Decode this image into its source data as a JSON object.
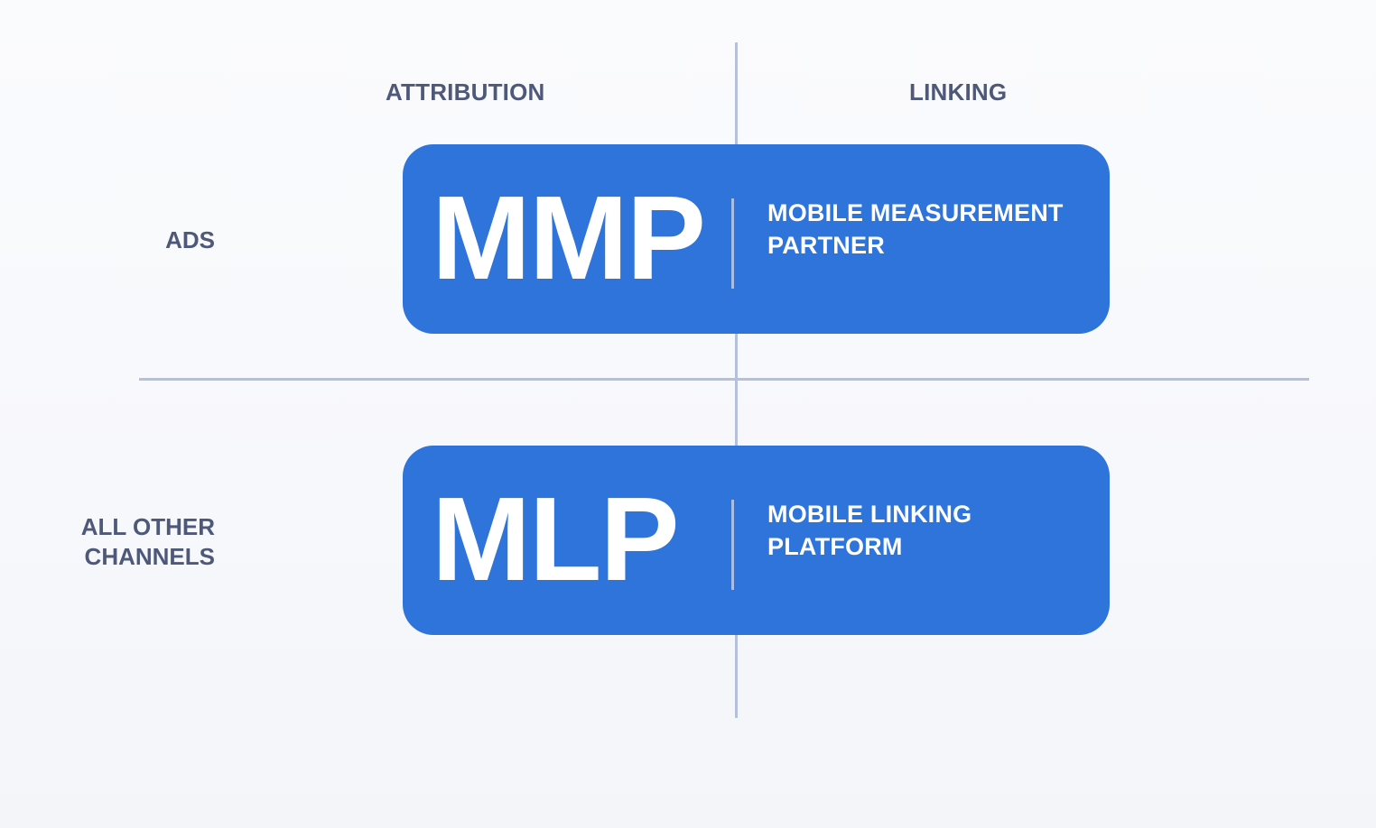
{
  "diagram": {
    "columns": [
      {
        "label": "ATTRIBUTION"
      },
      {
        "label": "LINKING"
      }
    ],
    "rows": [
      {
        "label_lines": [
          "ADS"
        ]
      },
      {
        "label_lines": [
          "ALL OTHER",
          "CHANNELS"
        ]
      }
    ],
    "cards": [
      {
        "acronym": "MMP",
        "description_lines": [
          "MOBILE MEASUREMENT",
          "PARTNER"
        ]
      },
      {
        "acronym": "MLP",
        "description_lines": [
          "MOBILE LINKING",
          "PLATFORM"
        ]
      }
    ],
    "colors": {
      "card_blue": "#2e74db",
      "axis_line": "#b4c0dc",
      "label_text": "#4e5879",
      "card_text": "#ffffff",
      "background": "#f8f9fc"
    }
  }
}
